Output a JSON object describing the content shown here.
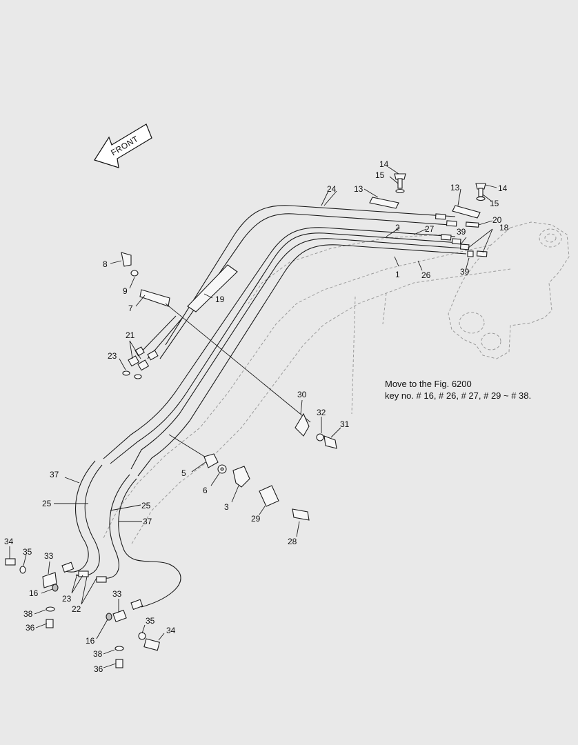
{
  "front_label": "FRONT",
  "note": {
    "line1": "Move to  the Fig. 6200",
    "line2": "key no. # 16, # 26, # 27, # 29 ~ # 38."
  },
  "callouts": {
    "c1": "1",
    "c2": "2",
    "c3": "3",
    "c5": "5",
    "c6": "6",
    "c7": "7",
    "c8": "8",
    "c9": "9",
    "c13a": "13",
    "c13b": "13",
    "c14a": "14",
    "c14b": "14",
    "c15a": "15",
    "c15b": "15",
    "c16a": "16",
    "c16b": "16",
    "c18": "18",
    "c19": "19",
    "c20": "20",
    "c21": "21",
    "c22": "22",
    "c23a": "23",
    "c23b": "23",
    "c24": "24",
    "c25a": "25",
    "c25b": "25",
    "c26": "26",
    "c27": "27",
    "c28": "28",
    "c29": "29",
    "c30": "30",
    "c31": "31",
    "c32": "32",
    "c33a": "33",
    "c33b": "33",
    "c34a": "34",
    "c34b": "34",
    "c35a": "35",
    "c35b": "35",
    "c36a": "36",
    "c36b": "36",
    "c37a": "37",
    "c37b": "37",
    "c38a": "38",
    "c38b": "38",
    "c39a": "39",
    "c39b": "39"
  }
}
